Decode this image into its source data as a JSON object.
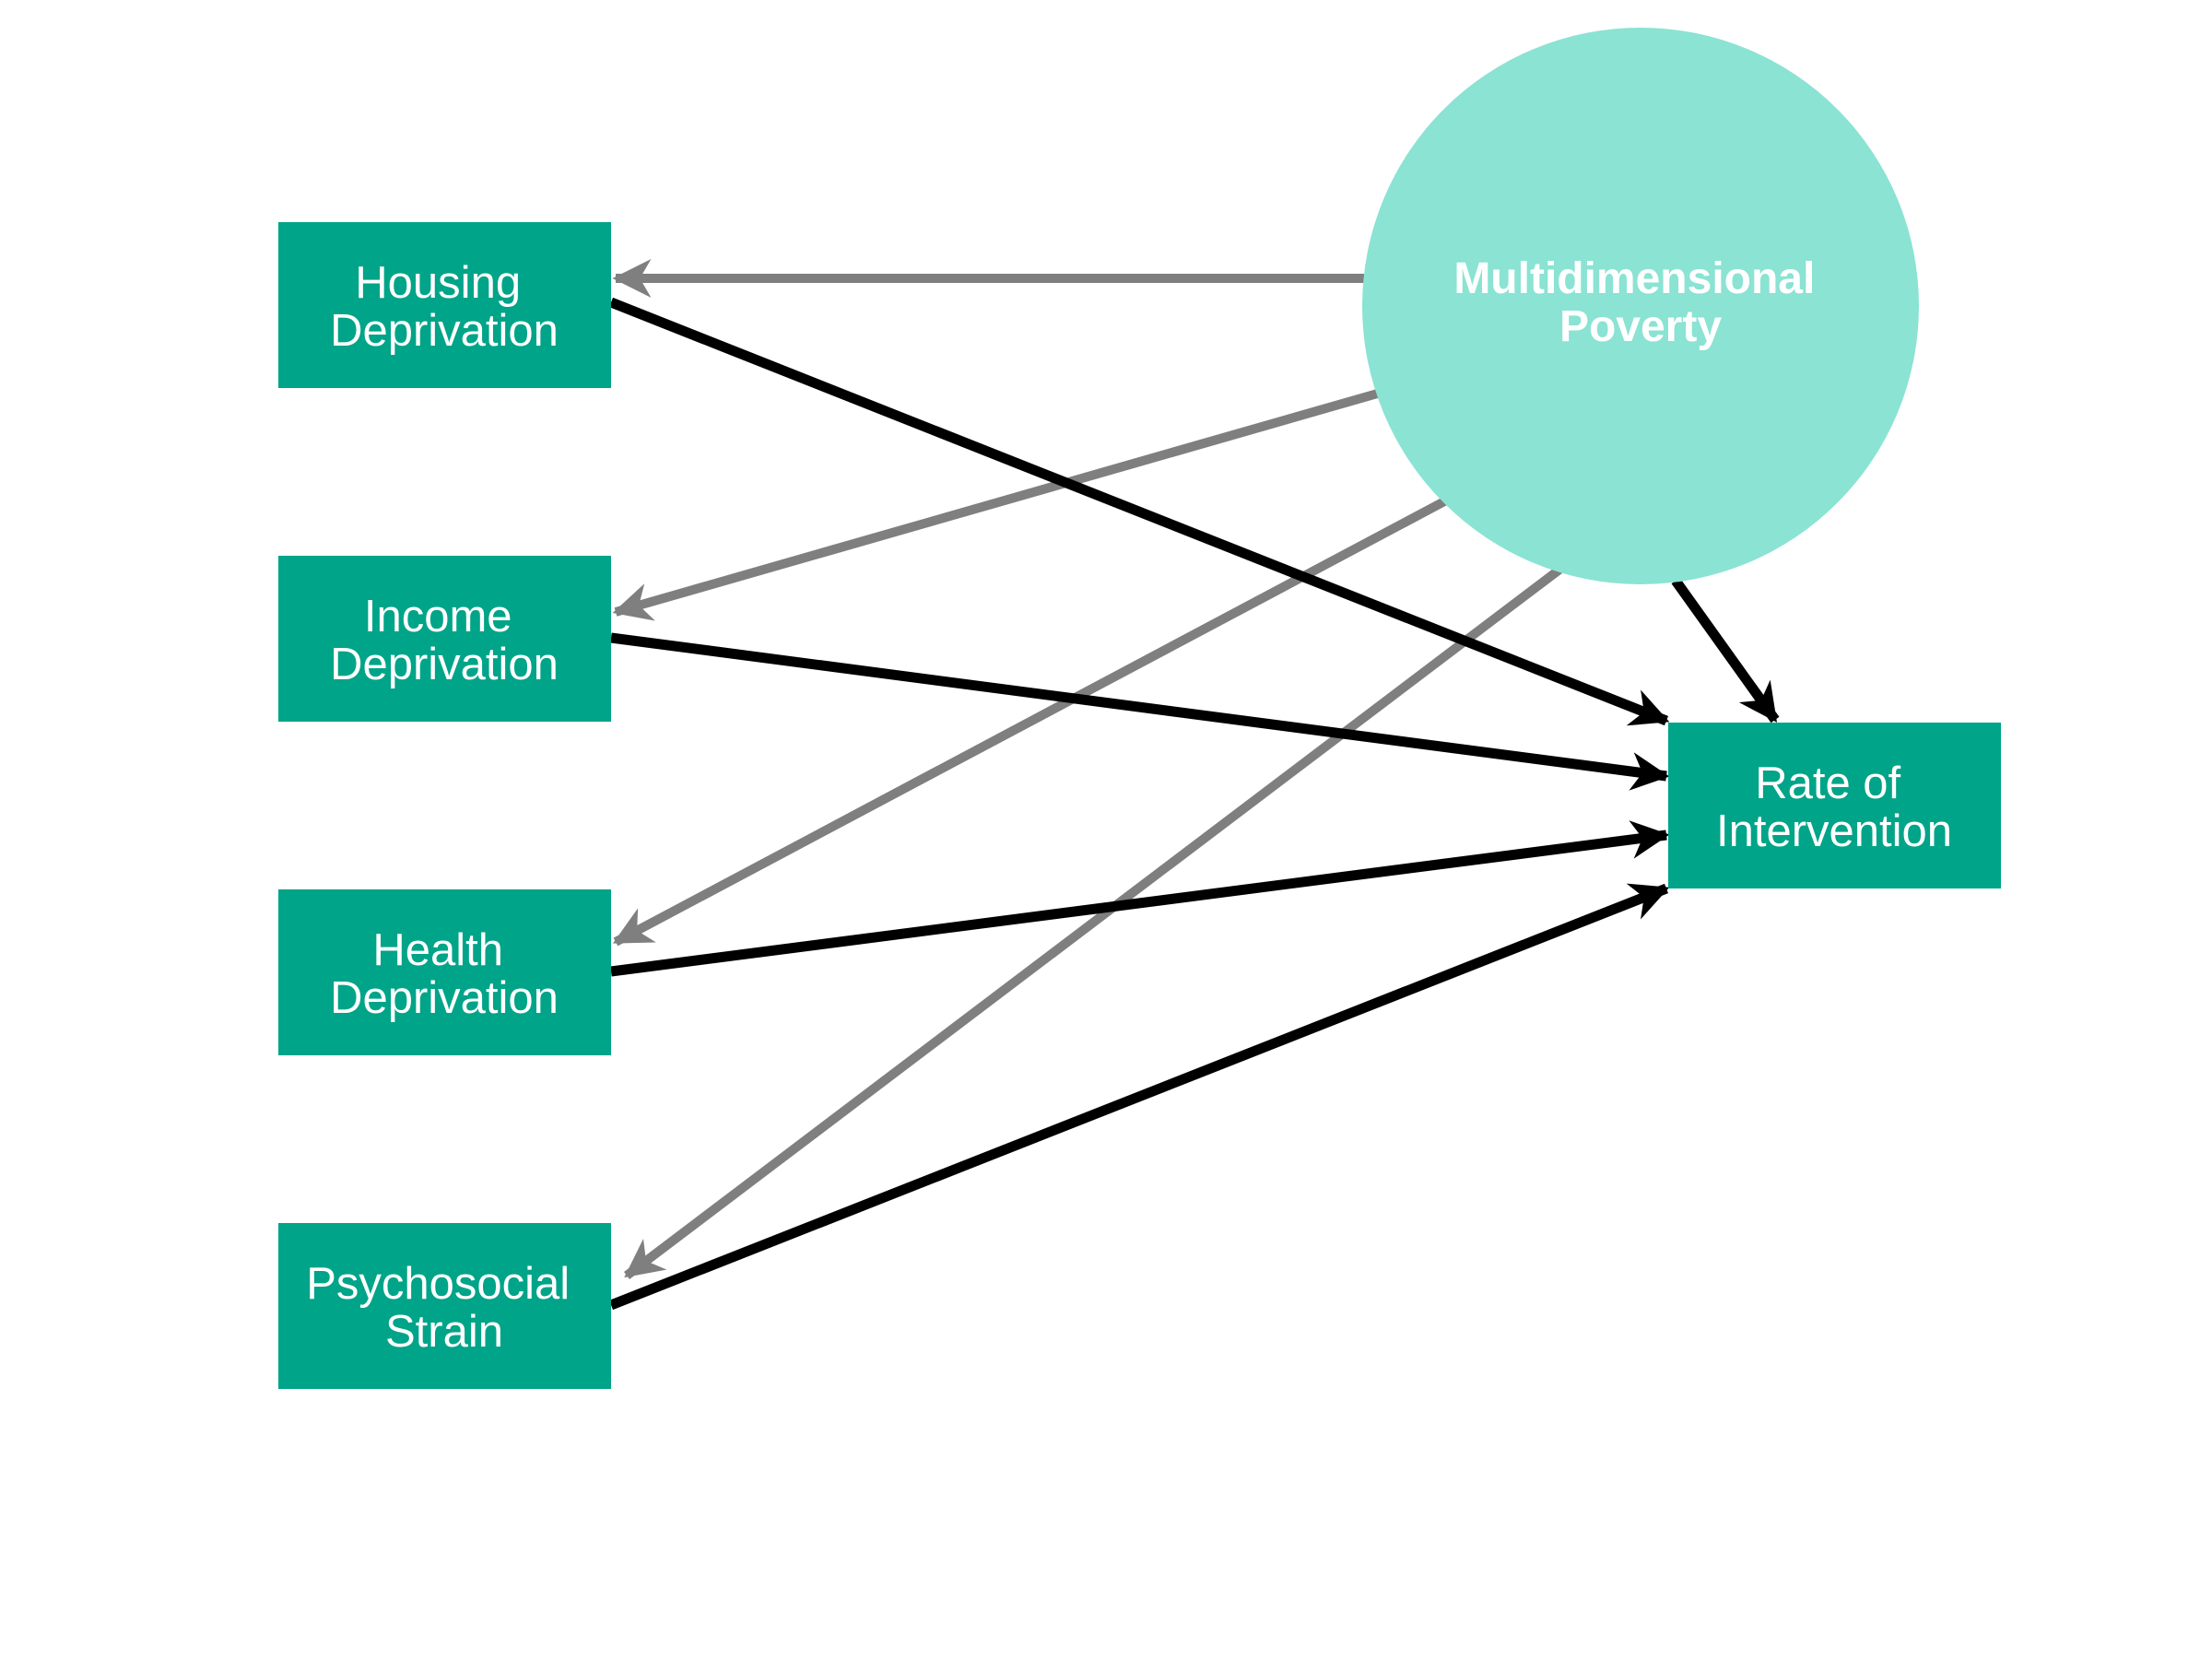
{
  "colors": {
    "box_fill": "#00a488",
    "circle_fill": "#8ae3d3",
    "label_text": "#ffffff",
    "indicator_arrow": "#7f7f7f",
    "effect_arrow": "#000000",
    "background": "#ffffff"
  },
  "nodes": {
    "latent": {
      "lines": [
        "Multidimensional",
        "Poverty"
      ]
    },
    "housing": {
      "lines": [
        "Housing",
        "Deprivation"
      ]
    },
    "income": {
      "lines": [
        "Income",
        "Deprivation"
      ]
    },
    "health": {
      "lines": [
        "Health",
        "Deprivation"
      ]
    },
    "psychosocial": {
      "lines": [
        "Psychosocial",
        "Strain"
      ]
    },
    "outcome": {
      "lines": [
        "Rate of",
        "Intervention"
      ]
    }
  },
  "edges": [
    {
      "from": "latent",
      "to": "housing",
      "kind": "indicator"
    },
    {
      "from": "latent",
      "to": "income",
      "kind": "indicator"
    },
    {
      "from": "latent",
      "to": "health",
      "kind": "indicator"
    },
    {
      "from": "latent",
      "to": "psychosocial",
      "kind": "indicator"
    },
    {
      "from": "housing",
      "to": "outcome",
      "kind": "effect"
    },
    {
      "from": "income",
      "to": "outcome",
      "kind": "effect"
    },
    {
      "from": "health",
      "to": "outcome",
      "kind": "effect"
    },
    {
      "from": "psychosocial",
      "to": "outcome",
      "kind": "effect"
    },
    {
      "from": "latent",
      "to": "outcome",
      "kind": "effect"
    }
  ]
}
